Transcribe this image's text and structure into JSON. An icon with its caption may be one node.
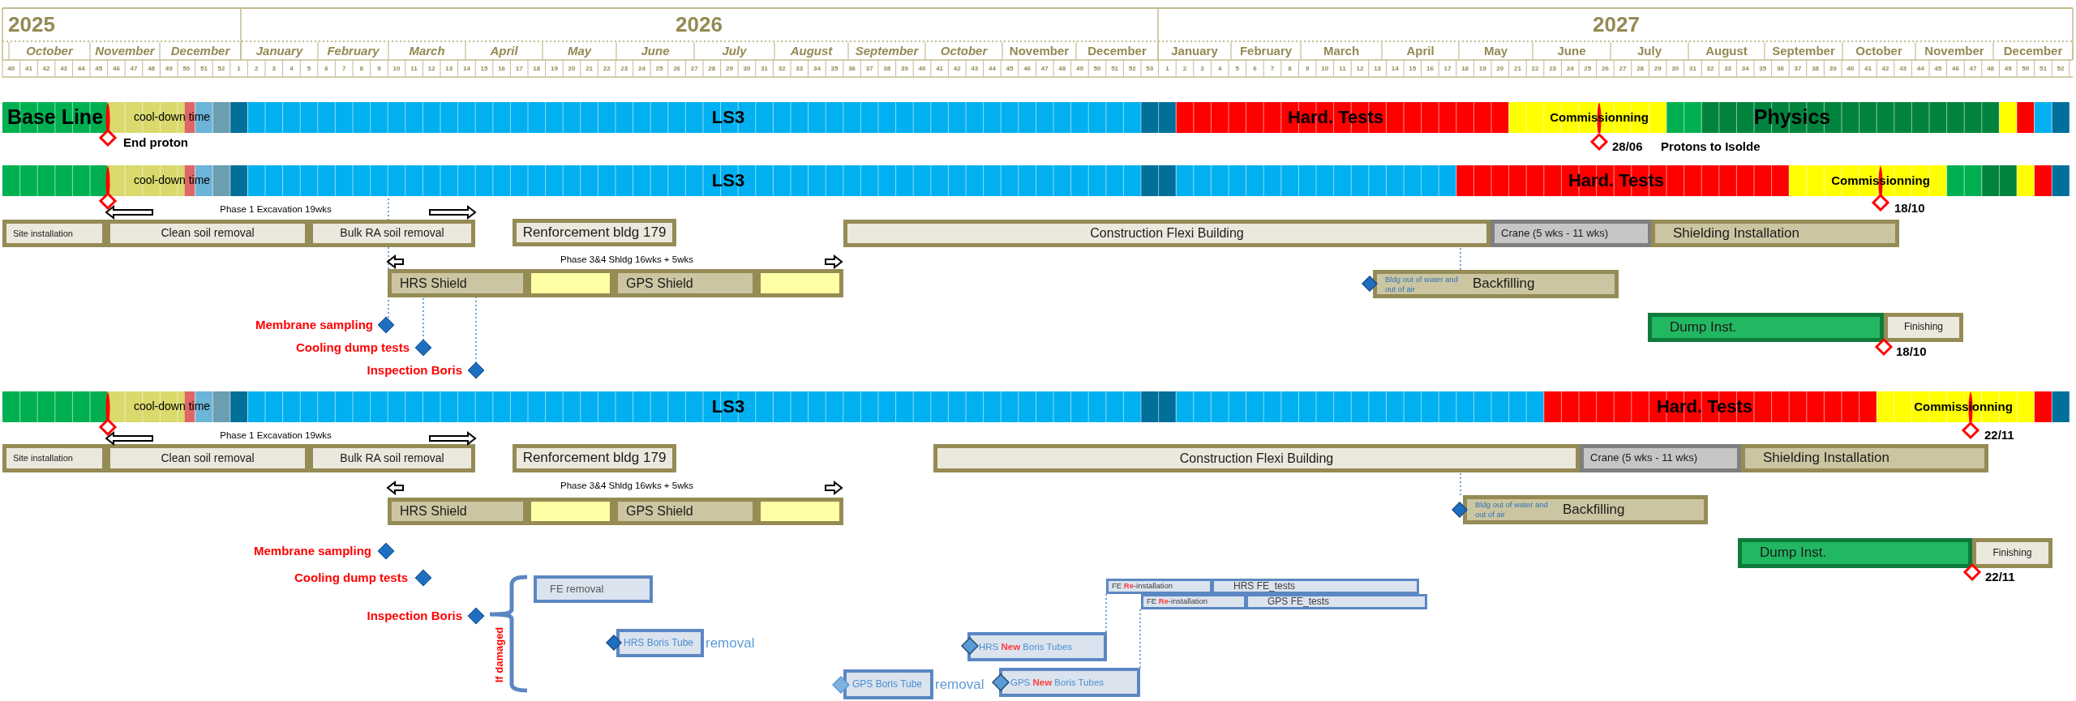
{
  "diagram": {
    "nodes": [
      {
        "text": [
          "Base Line",
          "cool-down time",
          "LS3",
          "Hard. Tests",
          "Commissionning",
          "Physics"
        ]
      },
      {
        "text": [],
        "shape": "diamond",
        "beside": [
          "End proton"
        ]
      },
      {
        "text": [],
        "shape": "diamond",
        "beside": [
          "28/06"
        ]
      },
      {
        "text": [
          "cool-down time",
          "LS3",
          "Hard. Tests",
          "Commissionning"
        ]
      },
      {
        "text": [],
        "shape": "diamond"
      },
      {
        "text": [],
        "shape": "diamond",
        "beside": [
          "18/10"
        ]
      },
      {
        "text": [
          "Site installation"
        ]
      },
      {
        "text": [
          "Clean soil removal"
        ]
      },
      {
        "text": [
          "Bulk RA soil removal"
        ]
      },
      {
        "text": [
          "Renforcement bldg 179"
        ]
      },
      {
        "text": [
          "Construction Flexi Building"
        ]
      },
      {
        "text": [
          "Crane (5 wks - 11 wks)"
        ]
      },
      {
        "text": [
          "Shielding Installation"
        ]
      },
      {
        "text": [
          "HRS Shield"
        ]
      },
      {
        "text": [],
        "shape": "box"
      },
      {
        "text": [
          "GPS Shield"
        ]
      },
      {
        "text": [],
        "shape": "box"
      },
      {
        "text": [
          "Bldg out of water and out of air",
          "Backfilling"
        ]
      },
      {
        "text": [
          "Dump Inst."
        ]
      },
      {
        "text": [
          "Finishing"
        ]
      },
      {
        "text": [],
        "shape": "diamond",
        "beside": [
          "18/10"
        ]
      },
      {
        "text": [],
        "shape": "diamond",
        "beside": [
          "Membrane sampling"
        ]
      },
      {
        "text": [],
        "shape": "diamond",
        "beside": [
          "Cooling dump tests"
        ]
      },
      {
        "text": [],
        "shape": "diamond",
        "beside": [
          "Inspection Boris"
        ]
      },
      {
        "text": [
          "cool-down time",
          "LS3",
          "Hard. Tests",
          "Commissionning"
        ]
      },
      {
        "text": [],
        "shape": "diamond"
      },
      {
        "text": [],
        "shape": "diamond",
        "beside": [
          "22/11"
        ]
      },
      {
        "text": [
          "Site installation"
        ]
      },
      {
        "text": [
          "Clean soil removal"
        ]
      },
      {
        "text": [
          "Bulk RA soil removal"
        ]
      },
      {
        "text": [
          "Renforcement bldg 179"
        ]
      },
      {
        "text": [
          "Construction Flexi Building"
        ]
      },
      {
        "text": [
          "Crane (5 wks - 11 wks)"
        ]
      },
      {
        "text": [
          "Shielding Installation"
        ]
      },
      {
        "text": [
          "HRS Shield"
        ]
      },
      {
        "text": [],
        "shape": "box"
      },
      {
        "text": [
          "GPS Shield"
        ]
      },
      {
        "text": [],
        "shape": "box"
      },
      {
        "text": [
          "Bldg out of water and out of air",
          "Backfilling"
        ]
      },
      {
        "text": [
          "Dump Inst."
        ]
      },
      {
        "text": [
          "Finishing"
        ]
      },
      {
        "text": [],
        "shape": "diamond",
        "beside": [
          "22/11"
        ]
      },
      {
        "text": [],
        "shape": "diamond",
        "beside": [
          "Membrane sampling"
        ]
      },
      {
        "text": [],
        "shape": "diamond",
        "beside": [
          "Cooling dump tests"
        ]
      },
      {
        "text": [],
        "shape": "diamond",
        "beside": [
          "Inspection Boris"
        ]
      },
      {
        "text": [
          "FE removal"
        ]
      },
      {
        "text": [
          "FE **Re**-installation"
        ]
      },
      {
        "text": [
          "HRS FE_tests"
        ]
      },
      {
        "text": [
          "FE **Re**-installation"
        ]
      },
      {
        "text": [
          "GPS FE_tests"
        ]
      },
      {
        "text": [
          "HRS Boris Tube"
        ],
        "beside": [
          "removal"
        ]
      },
      {
        "text": [
          "HRS **New** Boris Tubes"
        ]
      },
      {
        "text": [
          "GPS Boris Tube"
        ],
        "beside": [
          "removal"
        ]
      },
      {
        "text": [
          "GPS **New** Boris Tubes"
        ]
      }
    ],
    "edges": [
      {
        "from": 21,
        "to": 3,
        "arrow": "none",
        "style": "dashed"
      },
      {
        "from": 22,
        "to": 13,
        "arrow": "none",
        "style": "dashed"
      },
      {
        "from": 23,
        "to": 13,
        "arrow": "none",
        "style": "dashed"
      },
      {
        "from": 17,
        "to": 10,
        "arrow": "none",
        "style": "dashed"
      },
      {
        "from": 38,
        "to": 31,
        "arrow": "none",
        "style": "dashed"
      },
      {
        "from": 51,
        "to": 46,
        "arrow": "none",
        "style": "dashed"
      },
      {
        "from": 53,
        "to": 48,
        "arrow": "none",
        "style": "dashed"
      }
    ],
    "labels": [
      "2025",
      "2026",
      "2027",
      "October",
      "November",
      "December",
      "January",
      "February",
      "March",
      "April",
      "May",
      "June",
      "July",
      "August",
      "September",
      "October",
      "November",
      "December",
      "January",
      "February",
      "March",
      "April",
      "May",
      "June",
      "July",
      "August",
      "September",
      "October",
      "November",
      "December",
      "40",
      "41",
      "42",
      "43",
      "44",
      "45",
      "46",
      "47",
      "48",
      "49",
      "50",
      "51",
      "52",
      "1",
      "2",
      "3",
      "4",
      "5",
      "6",
      "7",
      "8",
      "9",
      "10",
      "11",
      "12",
      "13",
      "14",
      "15",
      "16",
      "17",
      "18",
      "19",
      "20",
      "21",
      "22",
      "23",
      "24",
      "25",
      "26",
      "27",
      "28",
      "29",
      "30",
      "31",
      "32",
      "33",
      "34",
      "35",
      "36",
      "37",
      "38",
      "39",
      "40",
      "41",
      "42",
      "43",
      "44",
      "45",
      "46",
      "47",
      "48",
      "49",
      "50",
      "51",
      "52",
      "53",
      "1",
      "2",
      "3",
      "4",
      "5",
      "6",
      "7",
      "8",
      "9",
      "10",
      "11",
      "12",
      "13",
      "14",
      "15",
      "16",
      "17",
      "18",
      "19",
      "20",
      "21",
      "22",
      "23",
      "24",
      "25",
      "26",
      "27",
      "28",
      "29",
      "30",
      "31",
      "32",
      "33",
      "34",
      "35",
      "36",
      "37",
      "38",
      "39",
      "40",
      "41",
      "42",
      "43",
      "44",
      "45",
      "46",
      "47",
      "48",
      "49",
      "50",
      "51",
      "52",
      "Phase 1 Excavation 19wks",
      "Phase 3&4 Shldg 16wks + 5wks",
      "Phase 1 Excavation 19wks",
      "Phase 3&4 Shldg 16wks + 5wks",
      "If damaged",
      "Protons to Isolde"
    ]
  }
}
